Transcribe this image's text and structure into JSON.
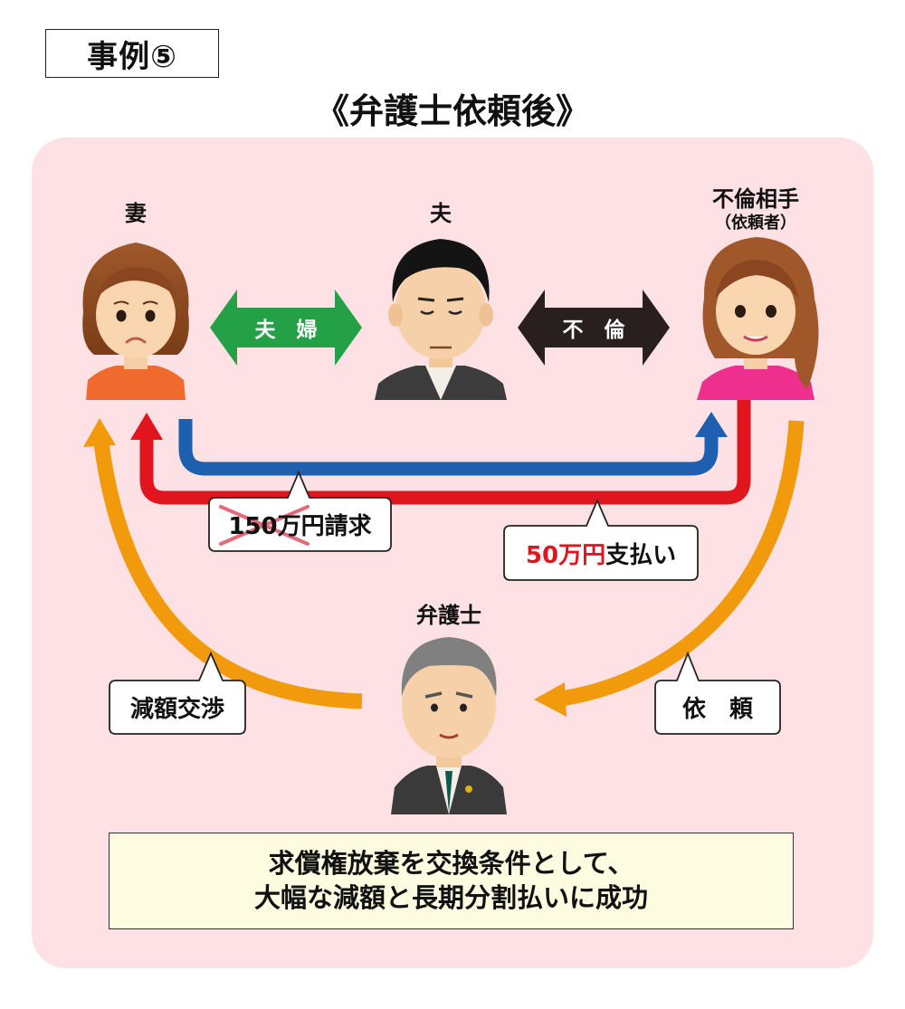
{
  "case_label": "事例⑤",
  "title": "《弁護士依頼後》",
  "people": {
    "wife": "妻",
    "husband": "夫",
    "partner": "不倫相手",
    "partner_sub": "（依頼者）",
    "lawyer": "弁護士"
  },
  "relations": {
    "marriage": "夫　婦",
    "affair": "不　倫"
  },
  "bubbles": {
    "claim_amount": "150万円",
    "claim_suffix": "請求",
    "payment_amount": "50万円",
    "payment_suffix": "支払い",
    "negotiation": "減額交渉",
    "request": "依　頼"
  },
  "result": {
    "line1": "求償権放棄を交換条件として、",
    "line2": "大幅な減額と長期分割払いに成功"
  },
  "colors": {
    "panel": "#fde1e4",
    "green_arrow": "#24a046",
    "black_arrow": "#2a1f1f",
    "blue_arrow": "#1f5fb0",
    "red_arrow": "#e0151d",
    "orange_arrow": "#f09a0c"
  }
}
